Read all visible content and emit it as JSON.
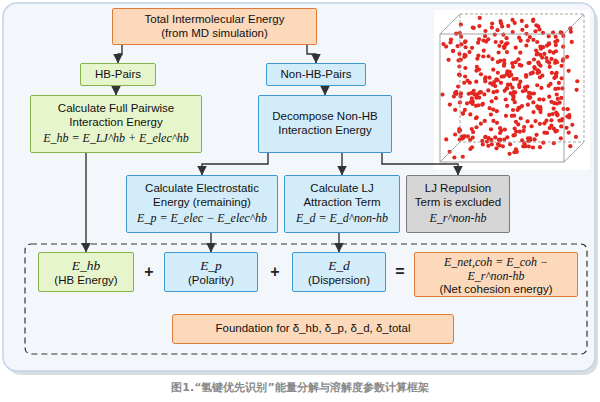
{
  "diagram": {
    "caption": "图1.“氢键优先识别”能量分解与溶解度参数计算框架",
    "nodes": [
      {
        "text": [
          "Total Intermolecular Energy",
          "(from MD simulation)"
        ]
      },
      {
        "text": [
          "HB-Pairs"
        ]
      },
      {
        "text": [
          "Non-HB-Pairs"
        ]
      },
      {
        "text": [
          "Calculate Full Pairwise Interaction Energy",
          "E_hb = E_LJ^hb + E_elec^hb"
        ]
      },
      {
        "text": [
          "Decompose Non-HB Interaction Energy"
        ]
      },
      {
        "text": [
          "Calculate Electrostatic Energy (remaining)",
          "E_p = E_elec − E_elec^hb"
        ]
      },
      {
        "text": [
          "Calculate LJ Attraction Term",
          "E_d = E_d^non-hb"
        ]
      },
      {
        "text": [
          "LJ Repulsion Term is excluded",
          "E_r^non-hb"
        ]
      },
      {
        "text": [
          "E_hb",
          "(HB Energy)"
        ]
      },
      {
        "text": [
          "E_p",
          "(Polarity)"
        ]
      },
      {
        "text": [
          "E_d",
          "(Dispersion)"
        ]
      },
      {
        "text": [
          "E_net,coh = E_coh − E_r^non-hb",
          "(Net cohesion energy)"
        ]
      },
      {
        "text": [
          "Foundation for δ_hb, δ_p, δ_d, δ_total"
        ]
      }
    ],
    "edges": [
      {
        "from": 0,
        "to": 1,
        "arrow": "to"
      },
      {
        "from": 0,
        "to": 2,
        "arrow": "to"
      },
      {
        "from": 1,
        "to": 3,
        "arrow": "to"
      },
      {
        "from": 2,
        "to": 4,
        "arrow": "to"
      },
      {
        "from": 4,
        "to": 5,
        "arrow": "to"
      },
      {
        "from": 4,
        "to": 6,
        "arrow": "to"
      },
      {
        "from": 4,
        "to": 7,
        "arrow": "to"
      },
      {
        "from": 3,
        "to": 8,
        "arrow": "to"
      },
      {
        "from": 5,
        "to": 9,
        "arrow": "to"
      },
      {
        "from": 6,
        "to": 10,
        "arrow": "to"
      }
    ],
    "labels": [
      "+",
      "+",
      "="
    ]
  }
}
